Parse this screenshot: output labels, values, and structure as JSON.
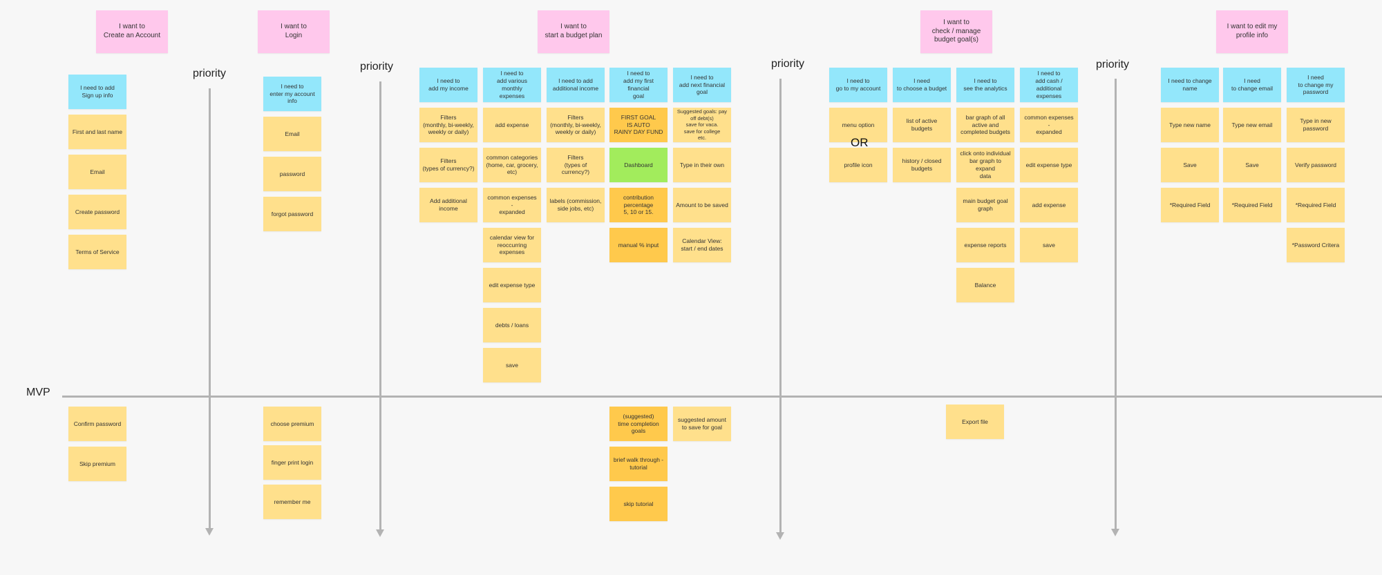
{
  "labels": {
    "priority": "priority",
    "mvp": "MVP",
    "or": "OR"
  },
  "colors": {
    "epic": "#ffc8ec",
    "need": "#93e7fb",
    "task": "#ffe08c",
    "highlight": "#ffc94c",
    "dashboard": "#a2ec5c",
    "axis": "#b3b3b3",
    "background": "#f7f7f7"
  },
  "epics": [
    "I want to\nCreate an Account",
    "I want to\nLogin",
    "I want to\nstart a budget plan",
    "I want to\ncheck / manage\nbudget goal(s)",
    "I want to edit my\nprofile info"
  ],
  "needs": [
    "I need to add\nSign up info",
    "I need to\nenter my account\ninfo",
    "I need to\nadd my income",
    "I need to\nadd various monthly\nexpenses",
    "I need to add\nadditional income",
    "I need to\nadd my first financial\ngoal",
    "I need to\nadd next financial\ngoal",
    "I need to\ngo to my account",
    "I need\nto choose a budget",
    "I need to\nsee the analytics",
    "I need to\nadd cash / additional\nexpenses",
    "I need to change\nname",
    "I need\nto change email",
    "I need\nto change my\npassword"
  ],
  "tasks": [
    "First and last name",
    "Email",
    "Create password",
    "Terms of Service",
    "Confirm password",
    "Skip premium",
    "Email",
    "password",
    "forgot password",
    "choose premium",
    "finger print login",
    "remember me",
    "Filters\n(monthly, bi-weekly,\nweekly or daily)",
    "Filters\n(types of currency?)",
    "Add additional\nincome",
    "add expense",
    "common categories\n(home, car, grocery,\netc)",
    "common expenses -\nexpanded",
    "calendar view for\nreoccurring\nexpenses",
    "edit expense type",
    "debts / loans",
    "save",
    "Filters\n(monthly, bi-weekly,\nweekly or daily)",
    "Filters\n(types of\ncurrency?)",
    "labels (commission,\nside jobs, etc)",
    "FIRST GOAL\nIS AUTO\nRAINY DAY FUND",
    "Dashboard",
    "contribution\npercentage\n5, 10 or 15.",
    "manual % input",
    "(suggested)\ntime completion\ngoals",
    "brief walk through -\ntutorial",
    "skip tutorial",
    "Suggested goals: pay\noff debt(s)\nsave for vaca.\nsave for college\netc.",
    "Type in their own",
    "Amount to be saved",
    "Calendar View:\nstart / end dates",
    "suggested amount\nto save for goal",
    "menu option",
    "profile icon",
    "list of active budgets",
    "history / closed\nbudgets",
    "bar graph of all\nactive  and\ncompleted budgets",
    "click onto individual\nbar graph to expand\ndata",
    "main budget goal\ngraph",
    "expense reports",
    "Balance",
    "Export file",
    "common expenses -\nexpanded",
    "edit expense type",
    "add expense",
    "save",
    "Type new name",
    "Save",
    "*Required Field",
    "Type new email",
    "Save",
    "*Required Field",
    "Type in new\npassword",
    "Verify password",
    "*Required Field",
    "*Password Critera"
  ]
}
